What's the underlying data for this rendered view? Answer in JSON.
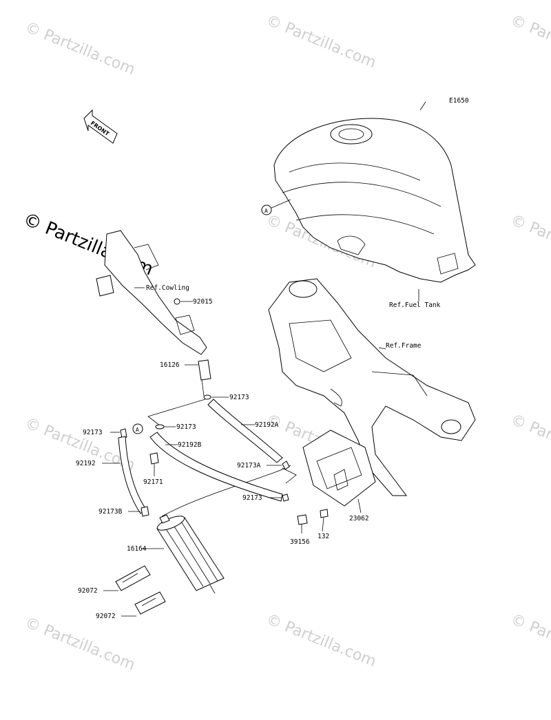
{
  "diagram_code": "E1650",
  "front_arrow_label": "FRONT",
  "watermark_text": "© Partzilla.com",
  "watermark_prominent": "© Partzilla.com",
  "callout_letter": "A",
  "refs": {
    "cowling": "Ref.Cowling",
    "fuel_tank": "Ref.Fuel Tank",
    "frame": "Ref.Frame"
  },
  "part_labels": {
    "p92015": "92015",
    "p16126": "16126",
    "p92173_top": "92173",
    "p92173_mid": "92173",
    "p92173_left": "92173",
    "p92192A": "92192A",
    "p92192B": "92192B",
    "p92192": "92192",
    "p92173A": "92173A",
    "p92171": "92171",
    "p92173_low": "92173",
    "p92173B": "92173B",
    "p16164": "16164",
    "p92072_a": "92072",
    "p92072_b": "92072",
    "p23062": "23062",
    "p132": "132",
    "p39156": "39156"
  }
}
